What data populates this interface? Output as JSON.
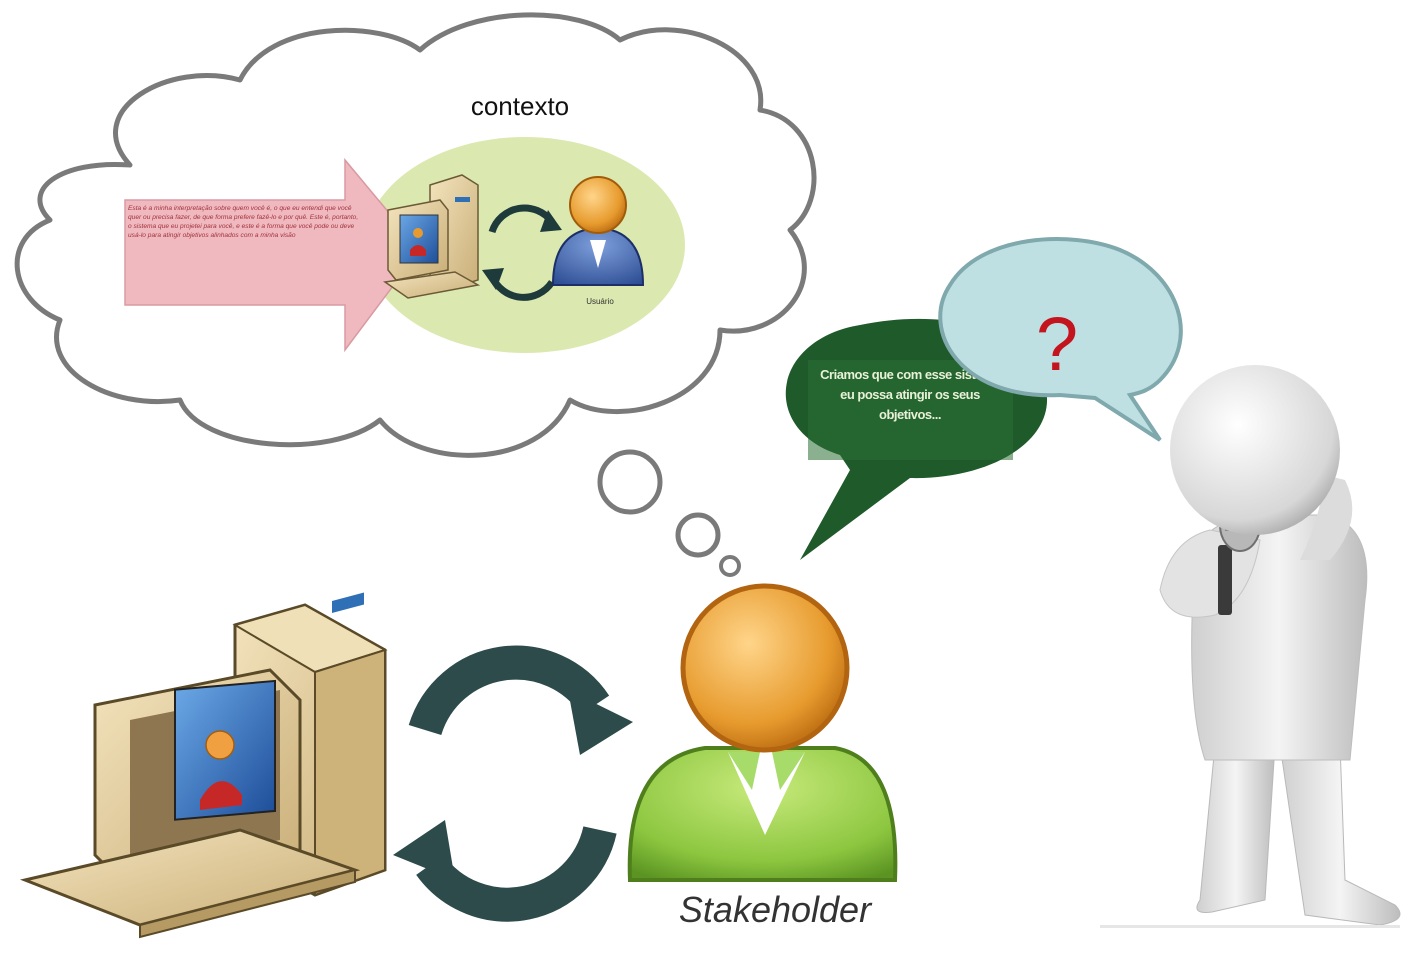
{
  "thought_cloud": {
    "title": "contexto",
    "arrow_text": "Esta é a minha interpretação sobre quem você é, o que eu entendi que você quer ou precisa fazer, de que forma prefere fazê-lo e por quê. Este é, portanto, o sistema que eu projetei para você, e este é a forma que você pode ou deve usá-lo para atingir objetivos alinhados com a minha visão",
    "user_label": "Usuário"
  },
  "green_speech": {
    "text": "Criamos que com esse sistema eu possa atingir os seus objetivos..."
  },
  "question_bubble": {
    "text": "?"
  },
  "stakeholder": {
    "label": "Stakeholder"
  },
  "colors": {
    "cloud_stroke": "#7a7a7a",
    "ellipse_fill": "#dbe9b0",
    "arrow_fill": "#efb9bf",
    "arrow_text": "#a3323b",
    "green_bubble": "#1f5a2b",
    "blue_bubble": "#bfe0e3",
    "question_mark": "#c4141e",
    "cycle_arrows": "#2d4b4a",
    "person_head": "#e79b2e",
    "person_body": "#8cc63f",
    "screen_blue": "#2f6fb6"
  },
  "icons": [
    "computer-icon",
    "user-icon",
    "cycle-arrows-icon",
    "microphone-figure-icon"
  ]
}
